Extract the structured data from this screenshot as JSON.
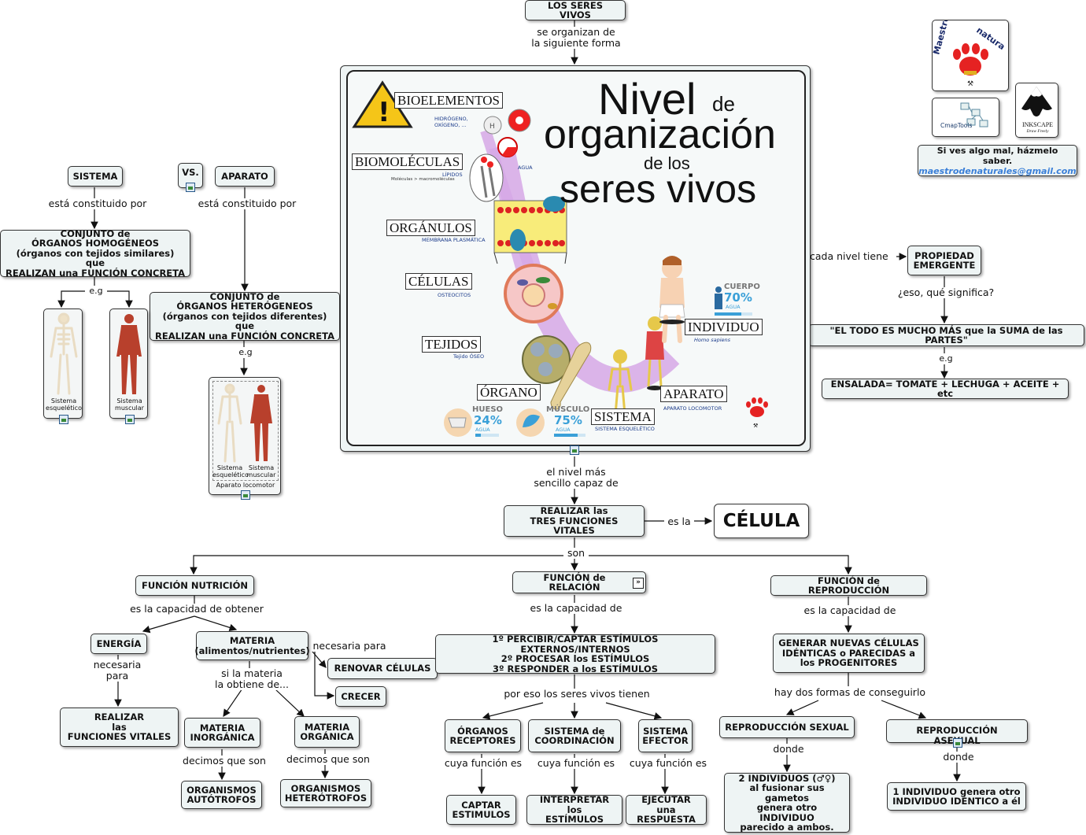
{
  "nodes": {
    "seres_vivos": "LOS SERES VIVOS",
    "sistema": "SISTEMA",
    "vs": "VS.",
    "aparato": "APARATO",
    "conj_homo": "CONJUNTO de\nÓRGANOS HOMOGÉNEOS\n(órganos con tejidos similares) que\nREALIZAN una FUNCIÓN CONCRETA",
    "conj_hetero": "CONJUNTO de\nÓRGANOS HETERÓGENEOS\n(órganos con tejidos diferentes) que\nREALIZAN una FUNCIÓN CONCRETA",
    "propiedad": "PROPIEDAD\nEMERGENTE",
    "todo": "\"EL TODO ES MUCHO MÁS que la SUMA de las PARTES\"",
    "ensalada": "ENSALADA= TOMATE + LECHUGA + ACEITE + etc",
    "realizar_tres": "REALIZAR las\nTRES FUNCIONES VITALES",
    "celula": "CÉLULA",
    "f_nutricion": "FUNCIÓN NUTRICIÓN",
    "f_relacion": "FUNCIÓN de RELACIÓN",
    "f_reproduccion": "FUNCIÓN de REPRODUCCIÓN",
    "energia": "ENERGÍA",
    "materia": "MATERIA\n(alimentos/nutrientes)",
    "renovar": "RENOVAR CÉLULAS",
    "crecer": "CRECER",
    "realizar_fv": "REALIZAR\nlas\nFUNCIONES VITALES",
    "mat_inorg": "MATERIA\nINORGÁNICA",
    "mat_org": "MATERIA\nORGÁNICA",
    "autotrofos": "ORGANISMOS\nAUTÓTROFOS",
    "heterotrofos": "ORGANISMOS\nHETERÓTROFOS",
    "percibir": "1º PERCIBIR/CAPTAR ESTÍMULOS EXTERNOS/INTERNOS\n2º PROCESAR los ESTÍMULOS\n3º RESPONDER a los ESTÍMULOS",
    "organos_rec": "ÓRGANOS\nRECEPTORES",
    "sist_coord": "SISTEMA de\nCOORDINACIÓN",
    "sist_efector": "SISTEMA\nEFECTOR",
    "captar": "CAPTAR\nESTIMULOS",
    "interpretar": "INTERPRETAR los\nESTÍMULOS",
    "ejecutar": "EJECUTAR una\nRESPUESTA",
    "generar": "GENERAR NUEVAS CÉLULAS\nIDÉNTICAS o PARECIDAS a\nlos PROGENITORES",
    "repro_sexual": "REPRODUCCIÓN SEXUAL",
    "repro_asexual": "REPRODUCCIÓN ASEXUAL",
    "dos_individuos": "2 INDIVIDUOS (♂♀)\nal fusionar sus gametos\ngenera otro\nINDIVIDUO\nparecido a ambos.",
    "un_individuo": "1 INDIVIDUO genera otro\nINDIVIDUO IDÉNTICO a él",
    "contacto_1": "Si ves algo mal, házmelo saber.",
    "contacto_2": "maestrodenaturales@gmail.com"
  },
  "links": {
    "se_organizan": "se organizan de\nla siguiente forma",
    "constituido_1": "está constituido por",
    "constituido_2": "está constituido por",
    "eg_1": "e.g",
    "eg_2": "e.g",
    "eg_3": "e.g",
    "cada_nivel": "cada nivel tiene",
    "eso_que": "¿eso, qué significa?",
    "nivel_sencillo": "el nivel más\nsencillo capaz de",
    "es_la": "es la",
    "son": "son",
    "capacidad_obtener": "es la capacidad de obtener",
    "capacidad_1": "es la capacidad de",
    "capacidad_2": "es la capacidad de",
    "necesaria_para_1": "necesaria\npara",
    "necesaria_para_2": "necesaria para",
    "si_la_materia": "si la materia\nla obtiene de...",
    "decimos_1": "decimos que son",
    "decimos_2": "decimos que son",
    "por_eso": "por eso los seres vivos tienen",
    "cuya_1": "cuya función es",
    "cuya_2": "cuya función es",
    "cuya_3": "cuya función es",
    "dos_formas": "hay dos formas de conseguirlo",
    "donde_1": "donde",
    "donde_2": "donde"
  },
  "images": {
    "esqueletico_1": "Sistema\nesquelético",
    "muscular_1": "Sistema\nmuscular",
    "esqueletico_2": "Sistema\nesquelético",
    "muscular_2": "Sistema\nmuscular",
    "locomotor": "Aparato locomotor",
    "cmaptools": "CmapTools",
    "inkscape": "INKSCAPE",
    "inkscape_sub": "Draw Freely",
    "logo_text": "Maestro de naturales"
  },
  "poster": {
    "title_nivel": "Nivel",
    "title_de": "de",
    "title_organizacion": "organización",
    "title_delos": "de los",
    "title_seres": "seres vivos",
    "bioelementos": "BIOELEMENTOS",
    "bio_sub": "HIDRÓGENO,\nOXÍGENO, ...",
    "biomoleculas": "BIOMOLÉCULAS",
    "biomol_sub": "LÍPIDOS",
    "biomol_sub2": "Moléculas > macromoléculas",
    "agua": "AGUA",
    "organulos": "ORGÁNULOS",
    "organulos_sub": "MEMBRANA PLASMÁTICA",
    "celulas": "CÉLULAS",
    "celulas_sub": "OSTEOCITOS",
    "tejidos": "TEJIDOS",
    "tejidos_sub": "Tejido ÓSEO",
    "organo": "ÓRGANO",
    "sistema": "SISTEMA",
    "sistema_sub": "SISTEMA ESQUELÉTICO",
    "aparato": "APARATO",
    "aparato_sub": "APARATO LOCOMOTOR",
    "individuo": "INDIVIDUO",
    "individuo_sub": "Homo sapiens",
    "cuerpo": "CUERPO",
    "cuerpo_pct": "70%",
    "hueso": "HUESO",
    "hueso_pct": "24%",
    "musculo": "MÚSCULO",
    "musculo_pct": "75%",
    "agua_label": "AGUA",
    "cuerpo_fill": 0.7,
    "hueso_fill": 0.24,
    "musculo_fill": 0.75
  },
  "colors": {
    "node_bg": "#eef4f4",
    "water": "#3aa0d8",
    "logo_red": "#e52222",
    "path": "#d6a8e6"
  }
}
